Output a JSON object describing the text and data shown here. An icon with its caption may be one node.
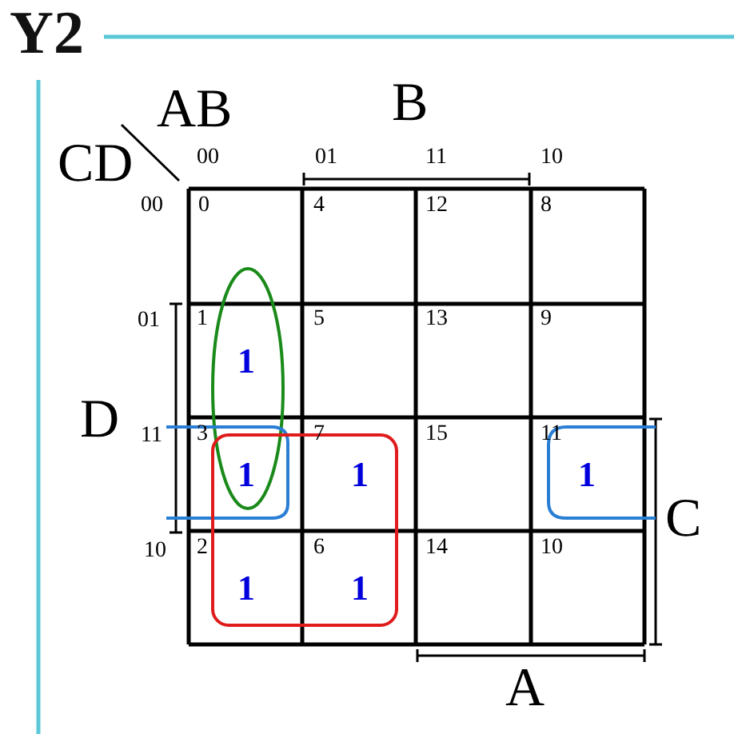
{
  "diagram": {
    "title": "Y2",
    "labels": [
      "AB",
      "B",
      "CD",
      "00",
      "01",
      "11",
      "10",
      "00",
      "0",
      "4",
      "12",
      "8",
      "01",
      "1",
      "1",
      "5",
      "13",
      "9",
      "11",
      "3",
      "1",
      "7",
      "1",
      "15",
      "11",
      "1",
      "10",
      "2",
      "1",
      "6",
      "1",
      "14",
      "10",
      "D",
      "C",
      "A"
    ]
  }
}
